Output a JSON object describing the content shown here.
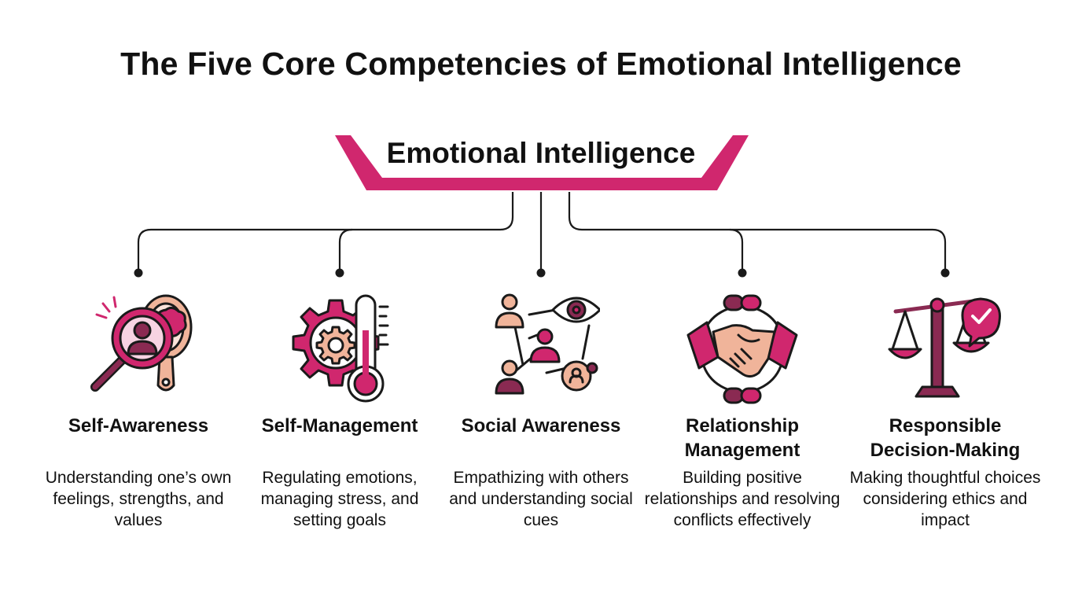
{
  "title": "The Five Core Competencies of Emotional Intelligence",
  "center": {
    "label": "Emotional Intelligence"
  },
  "colors": {
    "accent": "#d0276e",
    "dark": "#1a1a1a",
    "plum": "#8a2a52",
    "peach": "#f0b49a"
  },
  "competencies": [
    {
      "name": "Self-Awareness",
      "description": "Understanding one’s own feelings, strengths, and values",
      "icon": "magnifier-brain-mirror-icon"
    },
    {
      "name": "Self-Management",
      "description": "Regulating emotions, managing stress, and setting goals",
      "icon": "gear-thermometer-icon"
    },
    {
      "name": "Social Awareness",
      "description": "Empathizing with others and understanding social cues",
      "icon": "people-network-eye-icon"
    },
    {
      "name": "Relationship Management",
      "description": "Building positive relationships and resolving conflicts effectively",
      "icon": "handshake-chain-icon"
    },
    {
      "name": "Responsible Decision-Making",
      "description": "Making thoughtful choices considering ethics and impact",
      "icon": "balance-scale-check-icon"
    }
  ]
}
